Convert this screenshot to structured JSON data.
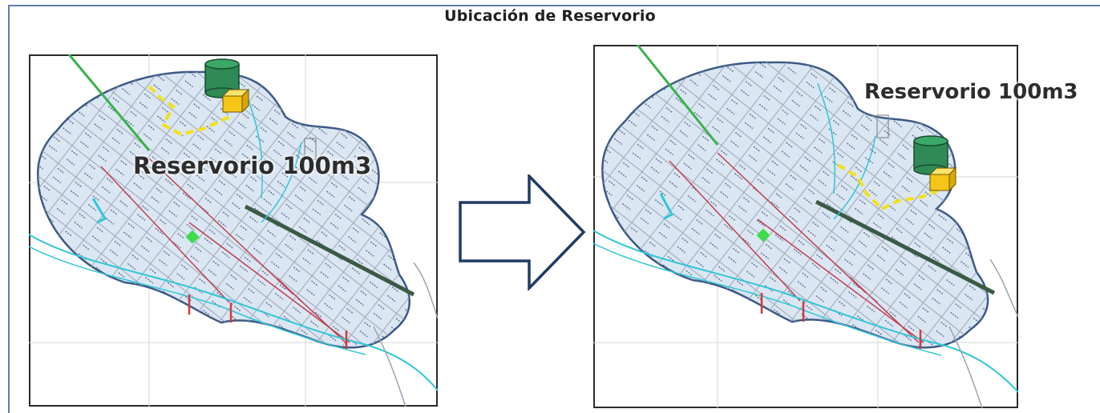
{
  "title": "Ubicación de Reservorio",
  "left_map": {
    "label": "Reservorio 100m3"
  },
  "right_map": {
    "label": "Reservorio 100m3"
  },
  "colors": {
    "frame": "#5b7fb4",
    "area_fill": "#dbe6f3",
    "area_stroke": "#3c5a86",
    "tank": "#2f8a55",
    "valve_box": "#f5c518",
    "route": "#f2e11c",
    "river": "#2fc6d8",
    "street": "#9aa3b3",
    "red_line": "#c04050",
    "arrow": "#1f3b66"
  }
}
